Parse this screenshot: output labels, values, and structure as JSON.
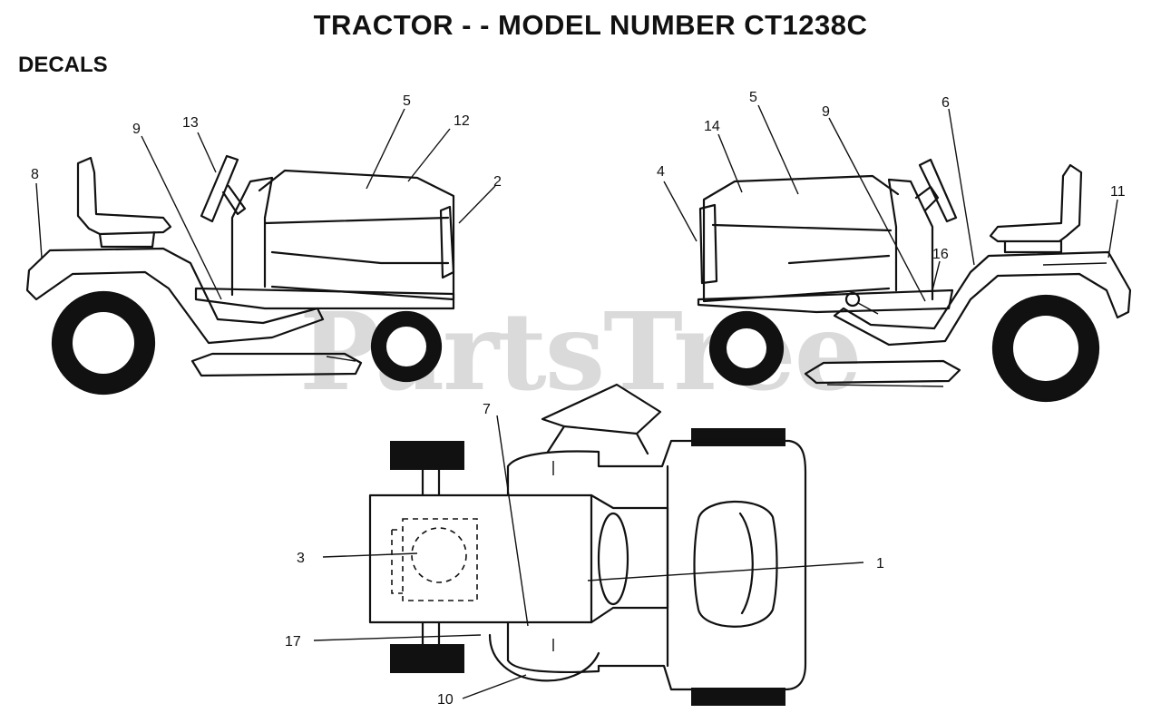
{
  "title": "TRACTOR - - MODEL NUMBER CT1238C",
  "section": "DECALS",
  "watermark": "PartsTree",
  "callouts": {
    "left_view": [
      "8",
      "9",
      "13",
      "5",
      "12",
      "2"
    ],
    "right_view": [
      "4",
      "14",
      "5",
      "9",
      "6",
      "11",
      "16"
    ],
    "top_view": [
      "7",
      "3",
      "1",
      "17",
      "10"
    ]
  }
}
